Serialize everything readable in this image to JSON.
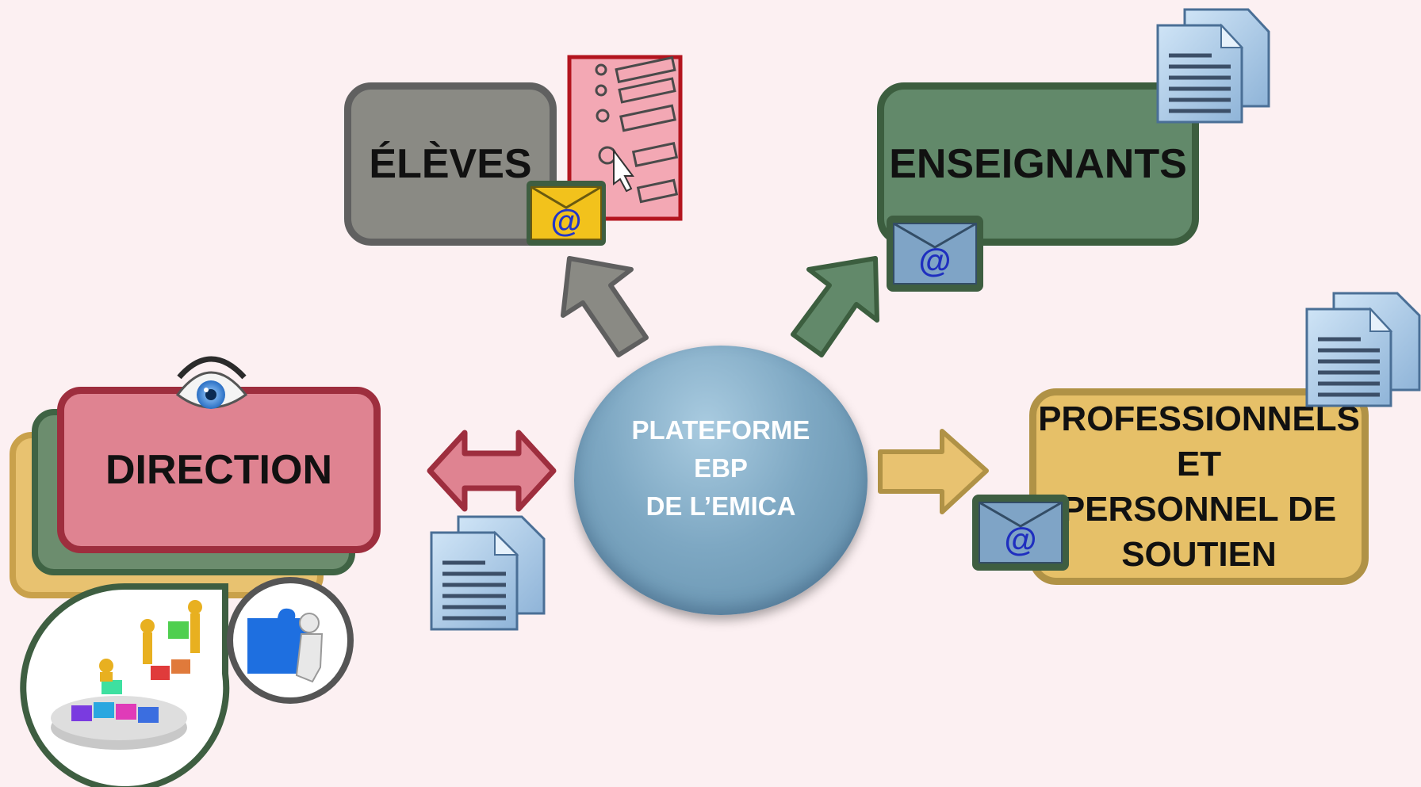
{
  "nodes": {
    "eleves": {
      "label": "ÉLÈVES"
    },
    "enseignants": {
      "label": "ENSEIGNANTS"
    },
    "professionnels": {
      "lines": [
        "PROFESSIONNELS",
        "ET",
        "PERSONNEL DE",
        "SOUTIEN"
      ]
    },
    "direction": {
      "label": "DIRECTION"
    },
    "platform": {
      "lines": [
        "PLATEFORME",
        "EBP",
        "DE L’EMICA"
      ]
    }
  },
  "icons": {
    "envelope_symbol": "@",
    "eleves_envelope_color": "#f2c21c",
    "other_envelope_color": "#7fa4c6"
  },
  "colors": {
    "eleves": "#8a8a84",
    "enseignants": "#62896a",
    "professionnels": "#e6c068",
    "direction": "#df8391",
    "platform": "#7ea8c3",
    "background": "#fcf0f2"
  }
}
